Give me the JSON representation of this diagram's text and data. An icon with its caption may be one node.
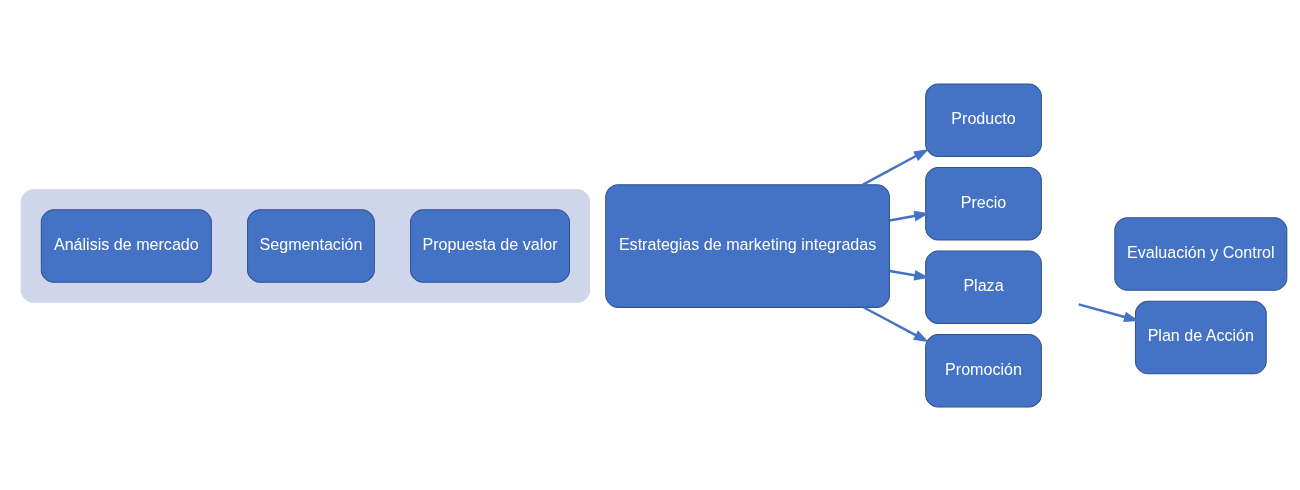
{
  "diagram": {
    "nodes": [
      {
        "text": [],
        "shape": "arrow"
      },
      {
        "text": [
          "Análisis de mercado"
        ],
        "in": 0
      },
      {
        "text": [
          "Segmentación"
        ],
        "in": 0
      },
      {
        "text": [
          "Propuesta de valor"
        ],
        "in": 0
      },
      {
        "text": [
          "Estrategias de marketing integradas"
        ]
      },
      {
        "text": [
          "Producto"
        ]
      },
      {
        "text": [
          "Precio"
        ]
      },
      {
        "text": [
          "Plaza"
        ]
      },
      {
        "text": [
          "Promoción"
        ]
      },
      {
        "text": [
          "Plan de Acción"
        ]
      },
      {
        "text": [
          "Evaluación y Control"
        ]
      }
    ],
    "edges": [
      {
        "from": 4,
        "to": 5,
        "arrow": "to"
      },
      {
        "from": 4,
        "to": 6,
        "arrow": "to"
      },
      {
        "from": 4,
        "to": 7,
        "arrow": "to"
      },
      {
        "from": 4,
        "to": 8,
        "arrow": "to"
      },
      {
        "from": null,
        "to": 9,
        "arrow": "to"
      }
    ]
  }
}
